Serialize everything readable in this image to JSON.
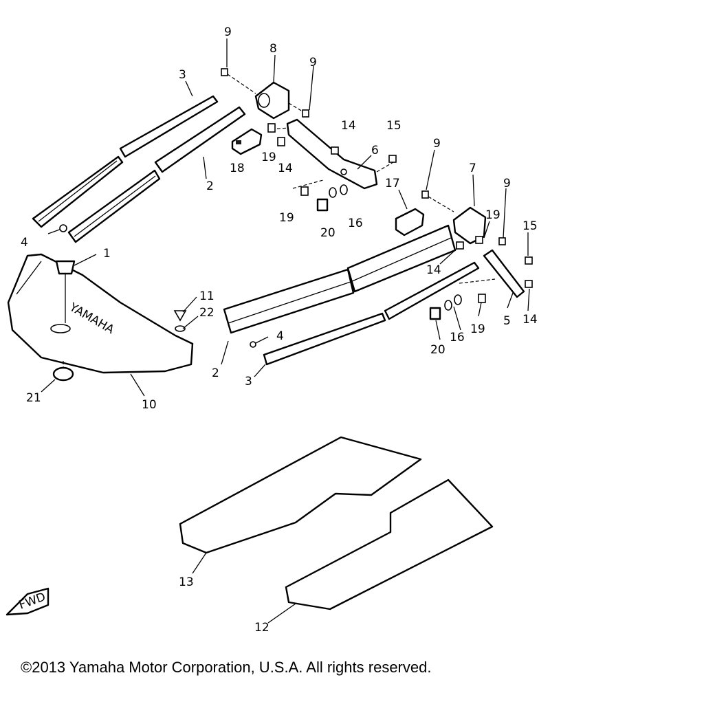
{
  "callouts": {
    "c1": "1",
    "c2a": "2",
    "c2b": "2",
    "c3a": "3",
    "c3b": "3",
    "c4a": "4",
    "c4b": "4",
    "c5": "5",
    "c6": "6",
    "c7": "7",
    "c8": "8",
    "c9a": "9",
    "c9b": "9",
    "c9c": "9",
    "c9d": "9",
    "c10": "10",
    "c11": "11",
    "c12": "12",
    "c13": "13",
    "c14a": "14",
    "c14b": "14",
    "c14c": "14",
    "c14d": "14",
    "c15a": "15",
    "c15b": "15",
    "c16a": "16",
    "c16b": "16",
    "c17": "17",
    "c18": "18",
    "c19a": "19",
    "c19b": "19",
    "c19c": "19",
    "c19d": "19",
    "c20a": "20",
    "c20b": "20",
    "c21": "21",
    "c22": "22"
  },
  "bumper_brand": "YAMAHA",
  "fwd_mark": "FWD",
  "copyright": "©2013 Yamaha Motor Corporation, U.S.A. All rights reserved."
}
